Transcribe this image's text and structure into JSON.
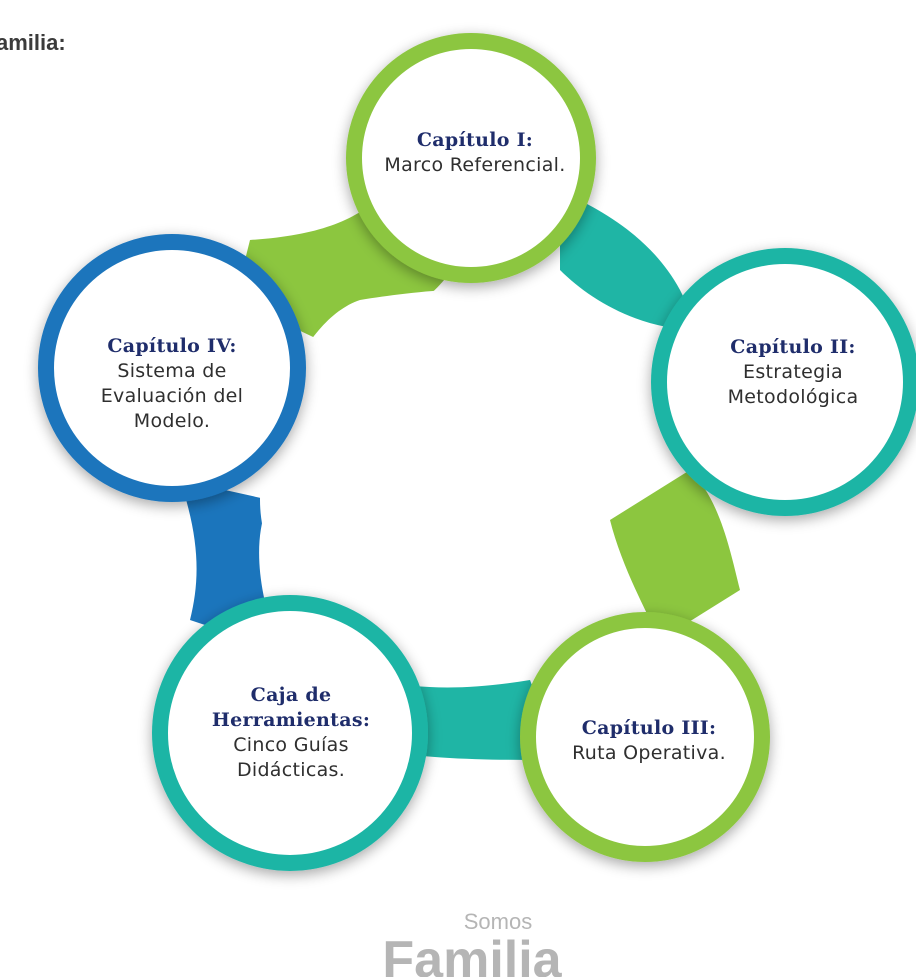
{
  "header": {
    "partial_text": "amilia:"
  },
  "colors": {
    "green": "#8cc63f",
    "teal": "#1fb5a5",
    "blue": "#1b75bc",
    "title_navy": "#1f2d6b",
    "logo_gray": "#b5b5b5"
  },
  "nodes": [
    {
      "id": "cap1",
      "title": "Capítulo I:",
      "desc": [
        "Marco Referencial."
      ],
      "ring_color": "green"
    },
    {
      "id": "cap2",
      "title": "Capítulo II:",
      "desc": [
        "Estrategia",
        "Metodológica"
      ],
      "ring_color": "teal"
    },
    {
      "id": "cap3",
      "title": "Capítulo III:",
      "desc": [
        "Ruta Operativa."
      ],
      "ring_color": "green"
    },
    {
      "id": "caja",
      "title": [
        "Caja de",
        "Herramientas:"
      ],
      "desc": [
        "Cinco Guías",
        "Didácticas."
      ],
      "ring_color": "teal"
    },
    {
      "id": "cap4",
      "title": "Capítulo IV:",
      "desc": [
        "Sistema de",
        "Evaluación del",
        "Modelo."
      ],
      "ring_color": "blue"
    }
  ],
  "logo": {
    "top_word": "Somos",
    "main_word": "Familia"
  }
}
